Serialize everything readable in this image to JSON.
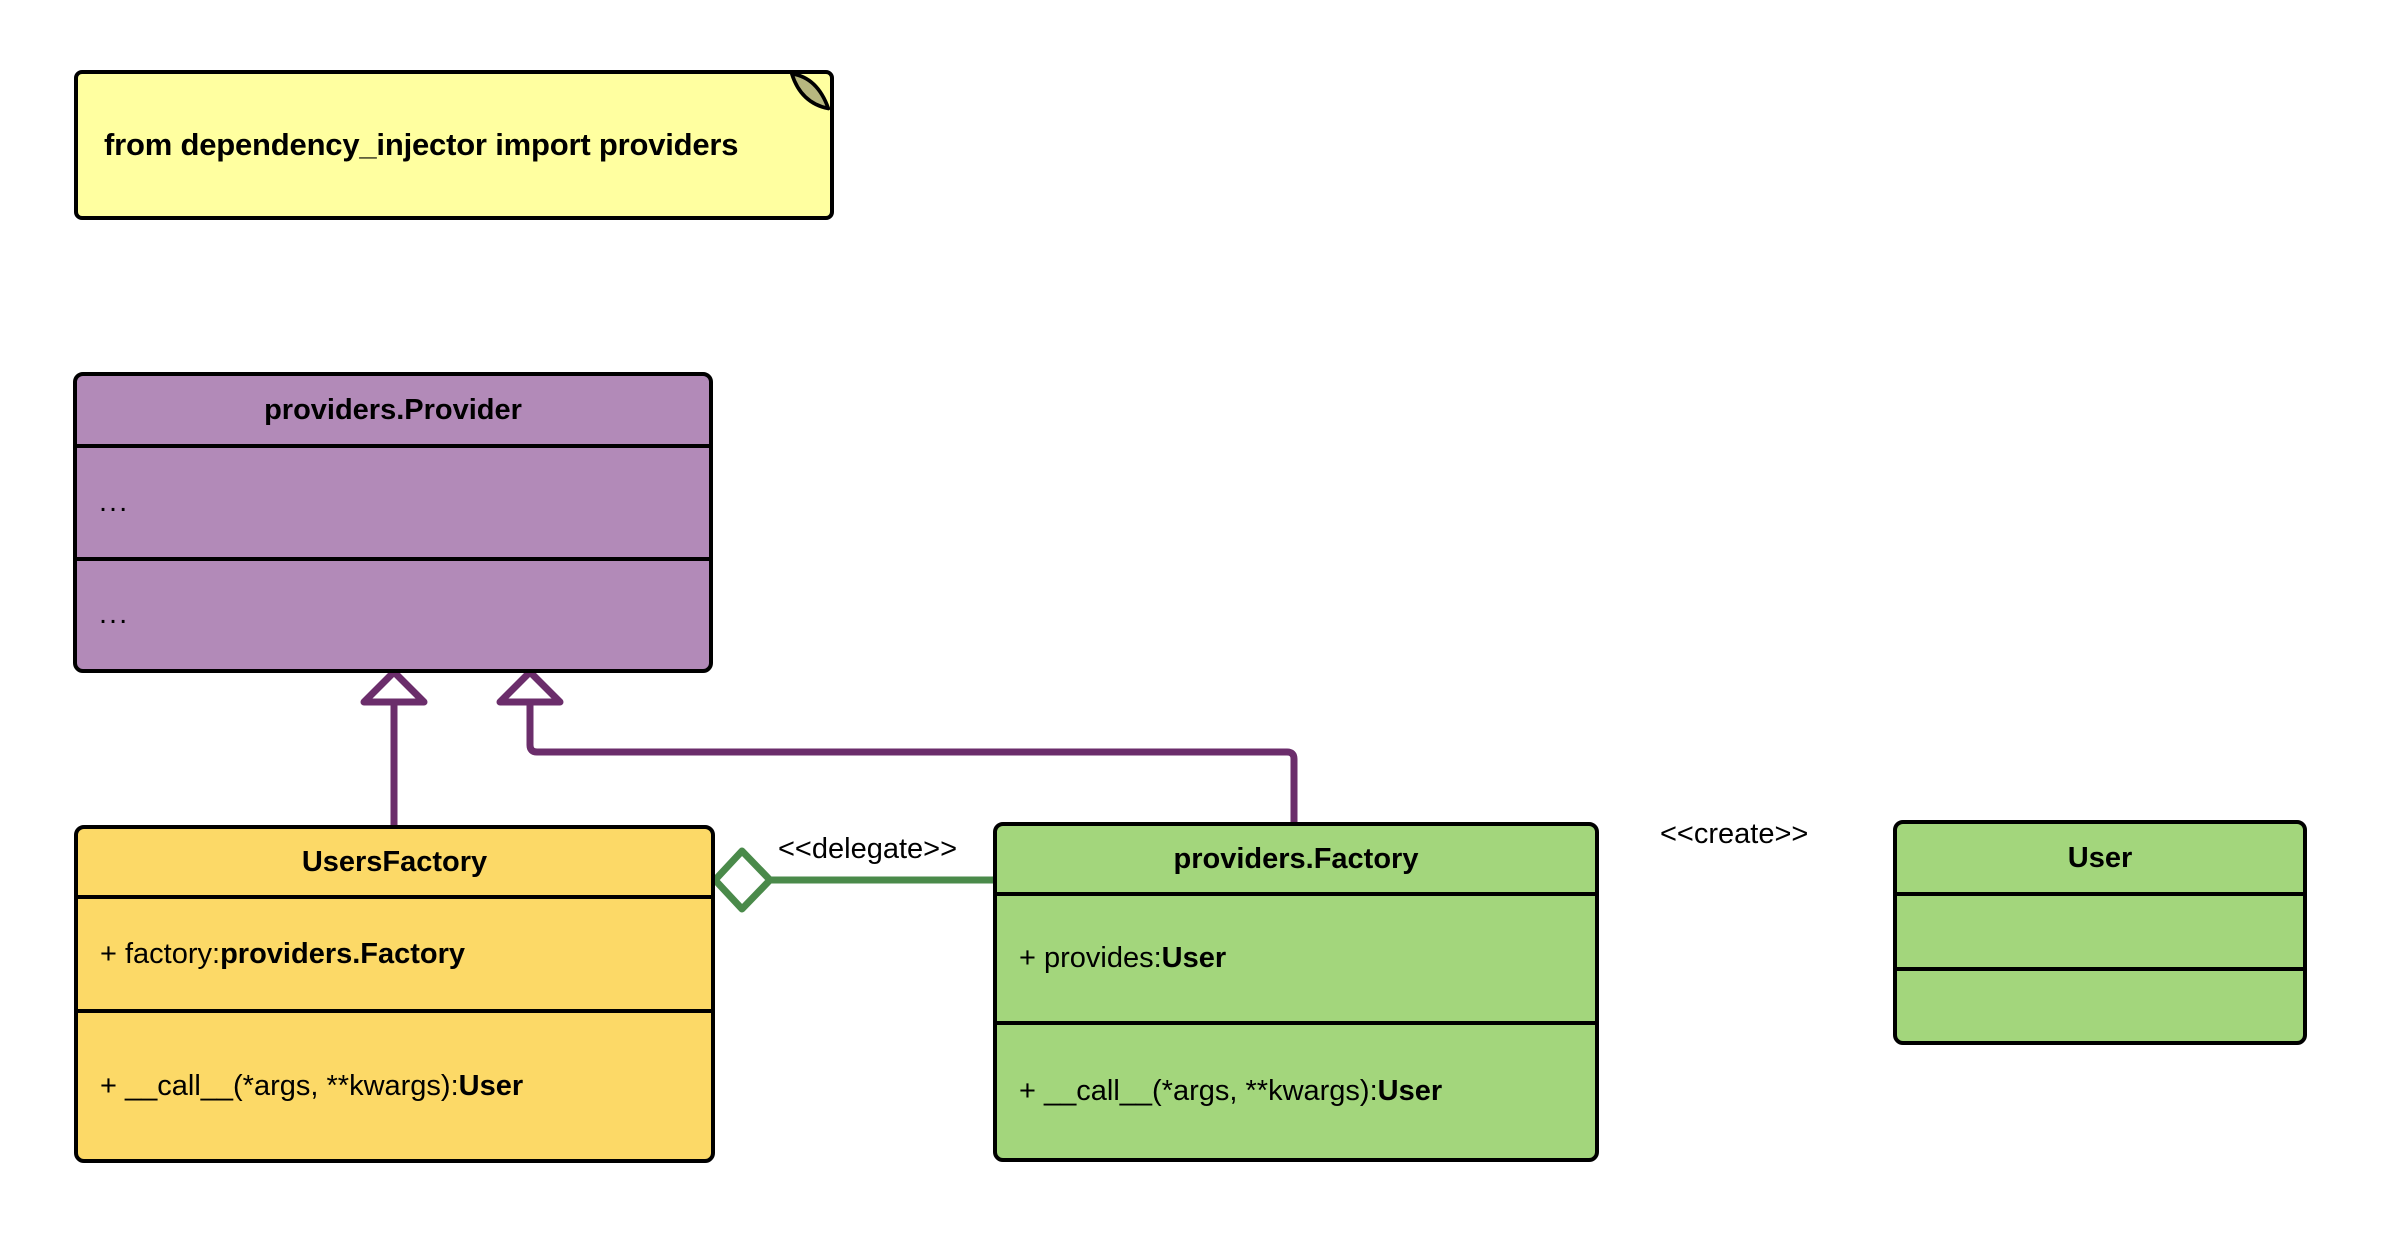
{
  "diagram": {
    "type": "uml-class-diagram",
    "background": "#ffffff",
    "note": {
      "text": "from dependency_injector import providers",
      "fill": "#ffffa0",
      "stroke": "#000000"
    },
    "classes": [
      {
        "id": "providers-provider",
        "name": "providers.Provider",
        "fill": "#b28ab8",
        "stroke": "#000000",
        "attributes": [
          "..."
        ],
        "methods": [
          "..."
        ]
      },
      {
        "id": "users-factory",
        "name": "UsersFactory",
        "fill": "#fcd967",
        "stroke": "#000000",
        "attributes_prefix": "+ factory: ",
        "attributes_type": "providers.Factory",
        "methods_prefix": "+ __call__(*args, **kwargs): ",
        "methods_type": "User"
      },
      {
        "id": "providers-factory",
        "name": "providers.Factory",
        "fill": "#a3d67c",
        "stroke": "#000000",
        "attributes_prefix": "+ provides: ",
        "attributes_type": "User",
        "methods_prefix": "+ __call__(*args, **kwargs): ",
        "methods_type": "User"
      },
      {
        "id": "user",
        "name": "User",
        "fill": "#a3d67c",
        "stroke": "#000000",
        "attributes": [
          ""
        ],
        "methods": [
          ""
        ]
      }
    ],
    "relations": [
      {
        "id": "inherit-usersfactory",
        "kind": "generalization",
        "from": "UsersFactory",
        "to": "providers.Provider",
        "label": "",
        "color": "#6b2d6b",
        "style": "solid",
        "head": "hollow-triangle"
      },
      {
        "id": "inherit-providersfactory",
        "kind": "generalization",
        "from": "providers.Factory",
        "to": "providers.Provider",
        "label": "",
        "color": "#6b2d6b",
        "style": "solid",
        "head": "hollow-triangle"
      },
      {
        "id": "delegate",
        "kind": "aggregation",
        "from": "UsersFactory",
        "to": "providers.Factory",
        "label": "<<delegate>>",
        "color": "#4a8a4a",
        "style": "solid",
        "head": "hollow-diamond"
      },
      {
        "id": "create",
        "kind": "dependency",
        "from": "providers.Factory",
        "to": "User",
        "label": "<<create>>",
        "color": "#3f7f3f",
        "style": "dashed",
        "head": "open-arrow"
      }
    ]
  }
}
